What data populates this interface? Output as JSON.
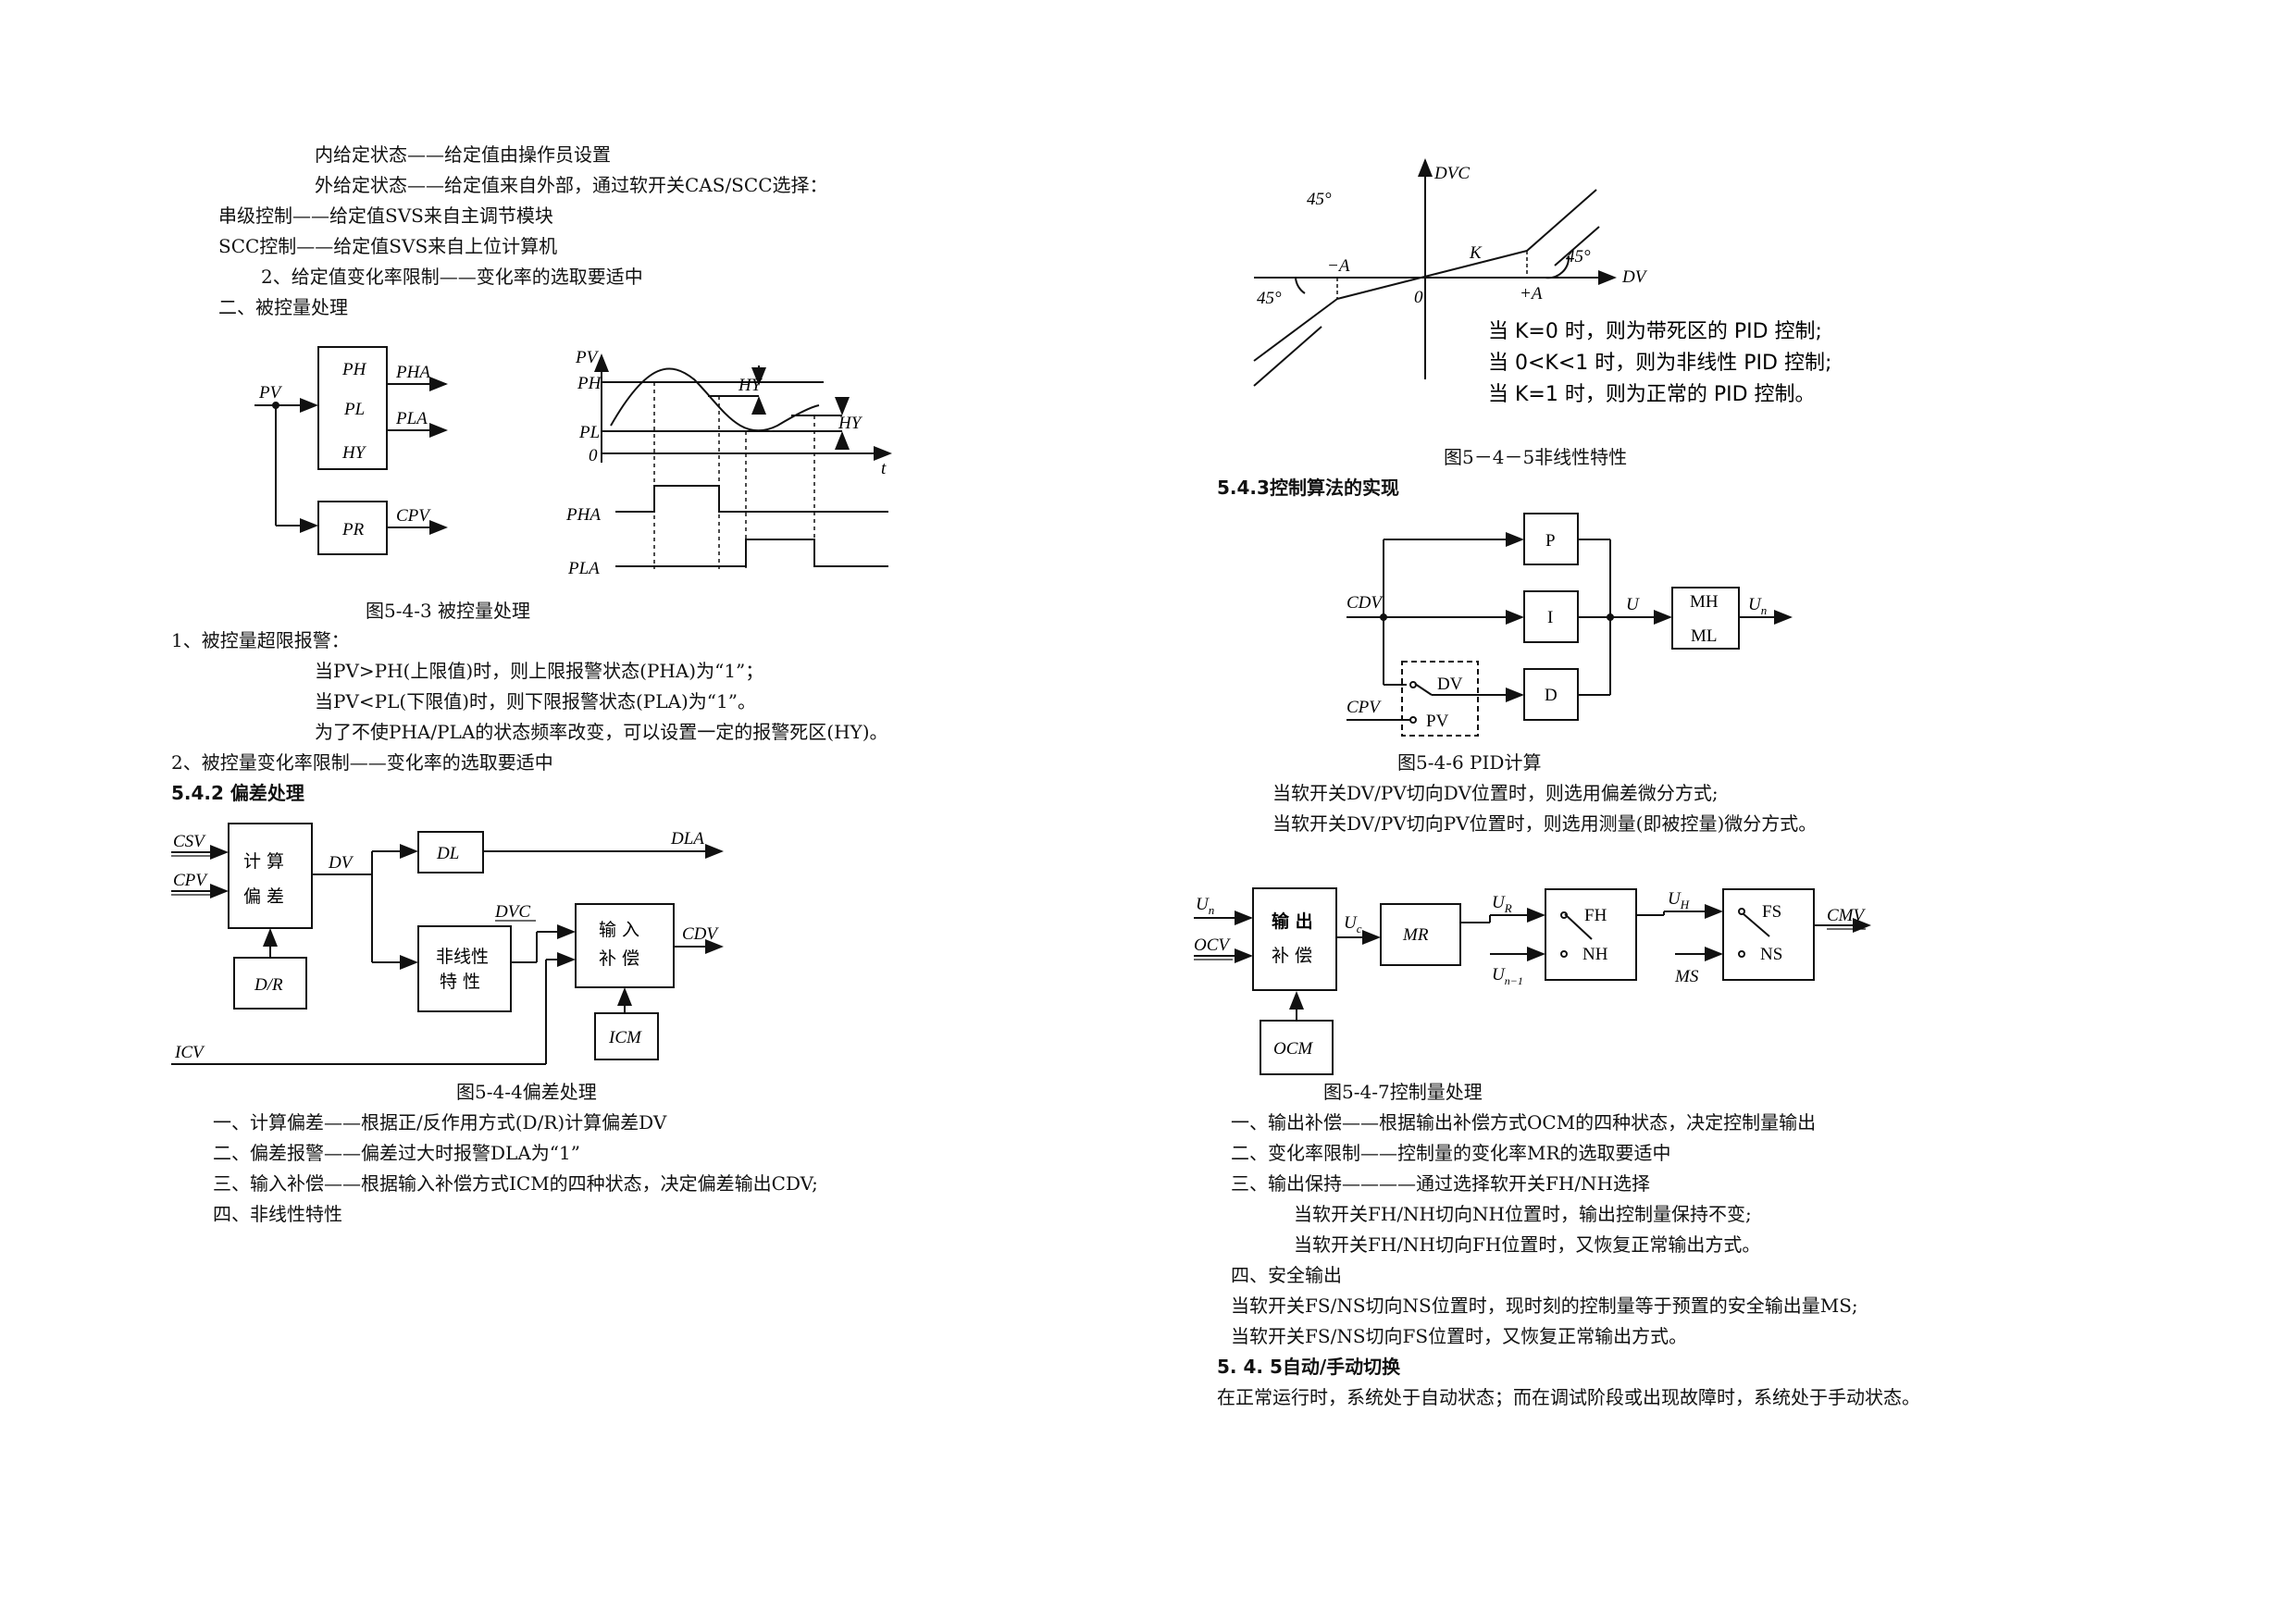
{
  "left": {
    "lines": [
      "内给定状态——给定值由操作员设置",
      "外给定状态——给定值来自外部，通过软开关CAS/SCC选择：",
      "串级控制——给定值SVS来自主调节模块",
      "SCC控制——给定值SVS来自上位计算机",
      "2、给定值变化率限制——变化率的选取要适中",
      "二、被控量处理"
    ],
    "fig543": {
      "caption": "图5-4-3   被控量处理",
      "pv": "PV",
      "ph": "PH",
      "pl": "PL",
      "hy": "HY",
      "pha": "PHA",
      "pla": "PLA",
      "pr": "PR",
      "cpv": "CPV",
      "zero": "0",
      "t": "t"
    },
    "alarm_lines": [
      "1、被控量超限报警：",
      "当PV>PH(上限值)时，则上限报警状态(PHA)为“1”；",
      "当PV<PL(下限值)时，则下限报警状态(PLA)为“1”。",
      "为了不使PHA/PLA的状态频率改变，可以设置一定的报警死区(HY)。",
      "2、被控量变化率限制——变化率的选取要适中"
    ],
    "heading_542": "5.4.2   偏差处理",
    "fig544": {
      "caption": "图5-4-4偏差处理",
      "csv": "CSV",
      "cpv": "CPV",
      "calc1": "计 算",
      "calc2": "偏 差",
      "dr": "D/R",
      "dv": "DV",
      "dl": "DL",
      "dla": "DLA",
      "nl1": "非线性",
      "nl2": "特 性",
      "dvc": "DVC",
      "comp1": "输 入",
      "comp2": "补 偿",
      "cdv": "CDV",
      "icm": "ICM",
      "icv": "ICV"
    },
    "bottom_lines": [
      "一、计算偏差——根据正/反作用方式(D/R)计算偏差DV",
      "二、偏差报警——偏差过大时报警DLA为“1”",
      "三、输入补偿——根据输入补偿方式ICM的四种状态，决定偏差输出CDV;",
      "四、非线性特性"
    ]
  },
  "right": {
    "fig545": {
      "caption": "图5－4－5非线性特性",
      "dvc": "DVC",
      "dv": "DV",
      "deg1": "45°",
      "deg2": "45°",
      "deg3": "45°",
      "neg_a": "−A",
      "pos_a": "+A",
      "k": "K",
      "zero": "0",
      "notes": [
        "当 K=0 时，则为带死区的 PID 控制;",
        "当 0<K<1 时，则为非线性 PID 控制;",
        "当 K=1 时，则为正常的 PID 控制。"
      ]
    },
    "heading_543": "5.4.3控制算法的实现",
    "fig546": {
      "caption": "图5-4-6  PID计算",
      "p": "P",
      "i": "I",
      "d": "D",
      "cdv": "CDV",
      "cpv": "CPV",
      "dv": "DV",
      "pv": "PV",
      "u": "U",
      "mh": "MH",
      "ml": "ML",
      "un": "U",
      "un_sub": "n"
    },
    "pid_lines": [
      "当软开关DV/PV切向DV位置时，则选用偏差微分方式;",
      "当软开关DV/PV切向PV位置时，则选用测量(即被控量)微分方式。"
    ],
    "fig547": {
      "caption": "图5-4-7控制量处理",
      "un": "U",
      "un_sub": "n",
      "ocv": "OCV",
      "out1": "输 出",
      "out2": "补 偿",
      "ocm": "OCM",
      "uc": "U",
      "uc_sub": "c",
      "mr": "MR",
      "ur": "U",
      "ur_sub": "R",
      "fh": "FH",
      "nh": "NH",
      "unm1": "U",
      "unm1_sub": "n−1",
      "uh": "U",
      "uh_sub": "H",
      "fs": "FS",
      "ns": "NS",
      "ms": "MS",
      "cmv": "CMV"
    },
    "bottom_lines": [
      "一、输出补偿——根据输出补偿方式OCM的四种状态，决定控制量输出",
      "二、变化率限制——控制量的变化率MR的选取要适中",
      "三、输出保持————通过选择软开关FH/NH选择",
      "当软开关FH/NH切向NH位置时，输出控制量保持不变;",
      "当软开关FH/NH切向FH位置时，又恢复正常输出方式。",
      "四、安全输出",
      "当软开关FS/NS切向NS位置时，现时刻的控制量等于预置的安全输出量MS;",
      "当软开关FS/NS切向FS位置时，又恢复正常输出方式。"
    ],
    "heading_545": "5. 4. 5自动/手动切换",
    "last_line": "在正常运行时，系统处于自动状态；而在调试阶段或出现故障时，系统处于手动状态。"
  }
}
